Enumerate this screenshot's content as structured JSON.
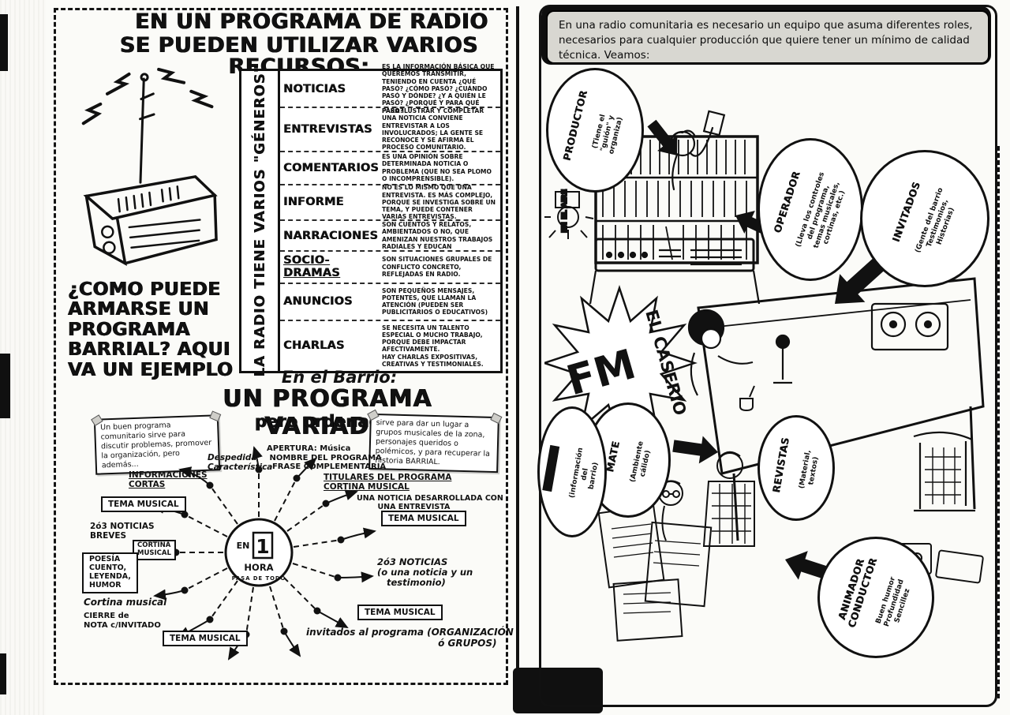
{
  "left_page": {
    "title_line1": "EN UN PROGRAMA DE RADIO",
    "title_line2": "SE PUEDEN UTILIZAR VARIOS RECURSOS:",
    "question": "¿COMO PUEDE ARMARSE UN PROGRAMA BARRIAL? AQUI VA UN EJEMPLO",
    "genres_table": {
      "side_label": "LA RADIO TIENE VARIOS \"GÉNEROS\"",
      "rows": [
        {
          "name": "NOTICIAS",
          "desc": "ES LA INFORMACIÓN BÁSICA QUE QUEREMOS TRANSMITIR, TENIENDO EN CUENTA ¿QUÉ PASÓ? ¿CÓMO PASÓ? ¿CUÁNDO PASÓ Y DÓNDE? ¿Y A QUIÉN LE PASÓ? ¿PORQUÉ Y PARA QUÉ PASÓ?"
        },
        {
          "name": "ENTREVISTAS",
          "desc": "PARA ILUSTRAR Y COMPLETAR UNA NOTICIA CONVIENE ENTREVISTAR A LOS INVOLUCRADOS; LA GENTE SE RECONOCE Y SE AFIRMA EL PROCESO COMUNITARIO."
        },
        {
          "name": "COMENTARIOS",
          "desc": "ES UNA OPINIÓN SOBRE DETERMINADA NOTICIA O PROBLEMA (QUE NO SEA PLOMO O INCOMPRENSIBLE)."
        },
        {
          "name": "INFORME",
          "desc": "NO ES LO MISMO QUE UNA ENTREVISTA. ES MÁS COMPLEJO, PORQUE SE INVESTIGA SOBRE UN TEMA, Y PUEDE CONTENER VARIAS ENTREVISTAS."
        },
        {
          "name": "NARRACIONES",
          "desc": "SON CUENTOS Y RELATOS, AMBIENTADOS O NO, QUE AMENIZAN NUESTROS TRABAJOS RADIALES Y EDUCAN"
        },
        {
          "name": "SOCIO-DRAMAS",
          "desc": "SON SITUACIONES GRUPALES DE CONFLICTO CONCRETO, REFLEJADAS EN RADIO."
        },
        {
          "name": "ANUNCIOS",
          "desc": "SON PEQUEÑOS MENSAJES, POTENTES, QUE LLAMAN LA ATENCIÓN (PUEDEN SER PUBLICITARIOS O EDUCATIVOS)"
        },
        {
          "name": "CHARLAS",
          "desc": "SE NECESITA UN TALENTO ESPECIAL O MUCHO TRABAJO, PORQUE DEBE IMPACTAR AFECTIVAMENTE.\nHAY CHARLAS EXPOSITIVAS, CREATIVAS Y TESTIMONIALES."
        }
      ]
    },
    "diagram": {
      "heading_pre": "En el Barrio:",
      "heading_main": "UN PROGRAMA VARIADO",
      "heading_sub": "pero ordenado",
      "note_left": "Un buen programa comunitario sirve para discutir problemas, promover la organización, pero además...",
      "note_right": "sirve para dar un lugar a grupos musicales de la zona, personajes queridos o polémicos, y para recuperar la historia BARRIAL.",
      "clock": {
        "en": "EN",
        "hour": "1",
        "hora": "HORA",
        "pasa": "PASA DE TODO"
      },
      "labels": {
        "despedida": "Despedida\nCaracterística",
        "informaciones": "INFORMACIONES\nCORTAS",
        "tema_musical_1": "TEMA MUSICAL",
        "noticias_breves": "2ó3 NOTICIAS\nBREVES",
        "cortina_box": "CORTINA\nMUSICAL",
        "poesia": "POESÍA\nCUENTO,\nLEYENDA,\nHUMOR",
        "cortina_musical": "Cortina musical",
        "cierre": "CIERRE de\nNOTA c/INVITADO",
        "tema_musical_2": "TEMA MUSICAL",
        "apertura": "APERTURA: Música\n NOMBRE DEL PROGRAMA\n  FRASE COMPLEMENTARIA",
        "titulares": "TITULARES DEL PROGRAMA\nCORTINA MUSICAL",
        "una_noticia": "UNA NOTICIA DESARROLLADA CON\n        UNA ENTREVISTA",
        "tema_musical_3": "TEMA MUSICAL",
        "noticias_2o3": "2ó3 NOTICIAS\n(o una noticia y un\n   testimonio)",
        "tema_musical_4": "TEMA MUSICAL",
        "invitados": "invitados al programa (ORGANIZACIÓN\n                                        ó GRUPOS)"
      }
    }
  },
  "right_page": {
    "header": "En una radio comunitaria es necesario un equipo que asuma diferentes roles, necesarios para cualquier producción que quiere tener un mínimo de calidad técnica. Veamos:",
    "on_air": "EN EL AIRE",
    "station": {
      "fm": "FM",
      "name": "EL CASERIO"
    },
    "bubbles": {
      "productor": {
        "title": "PRODUCTOR",
        "sub": "(Tiene el\n\"guión\" y\norganiza)"
      },
      "operador": {
        "title": "OPERADOR",
        "sub": "(Lleva los controles\ndel programa,\ntemas musicales,\ncortinas, etc.)"
      },
      "invitados": {
        "title": "INVITADOS",
        "sub": "(Gente del barrio\nTestimonios,\nHistorias)"
      },
      "mate": {
        "title": "MATE",
        "sub": "(Ambiente\ncálido)"
      },
      "censurado": {
        "sub": "(información del\nbarrio)"
      },
      "revistas": {
        "title": "REVISTAS",
        "sub": "(Material,\ntextos)"
      },
      "animador": {
        "title": "ANIMADOR\nCONDUCTOR",
        "sub": "Buen humor\nProfundidad\nSencillez"
      }
    }
  }
}
